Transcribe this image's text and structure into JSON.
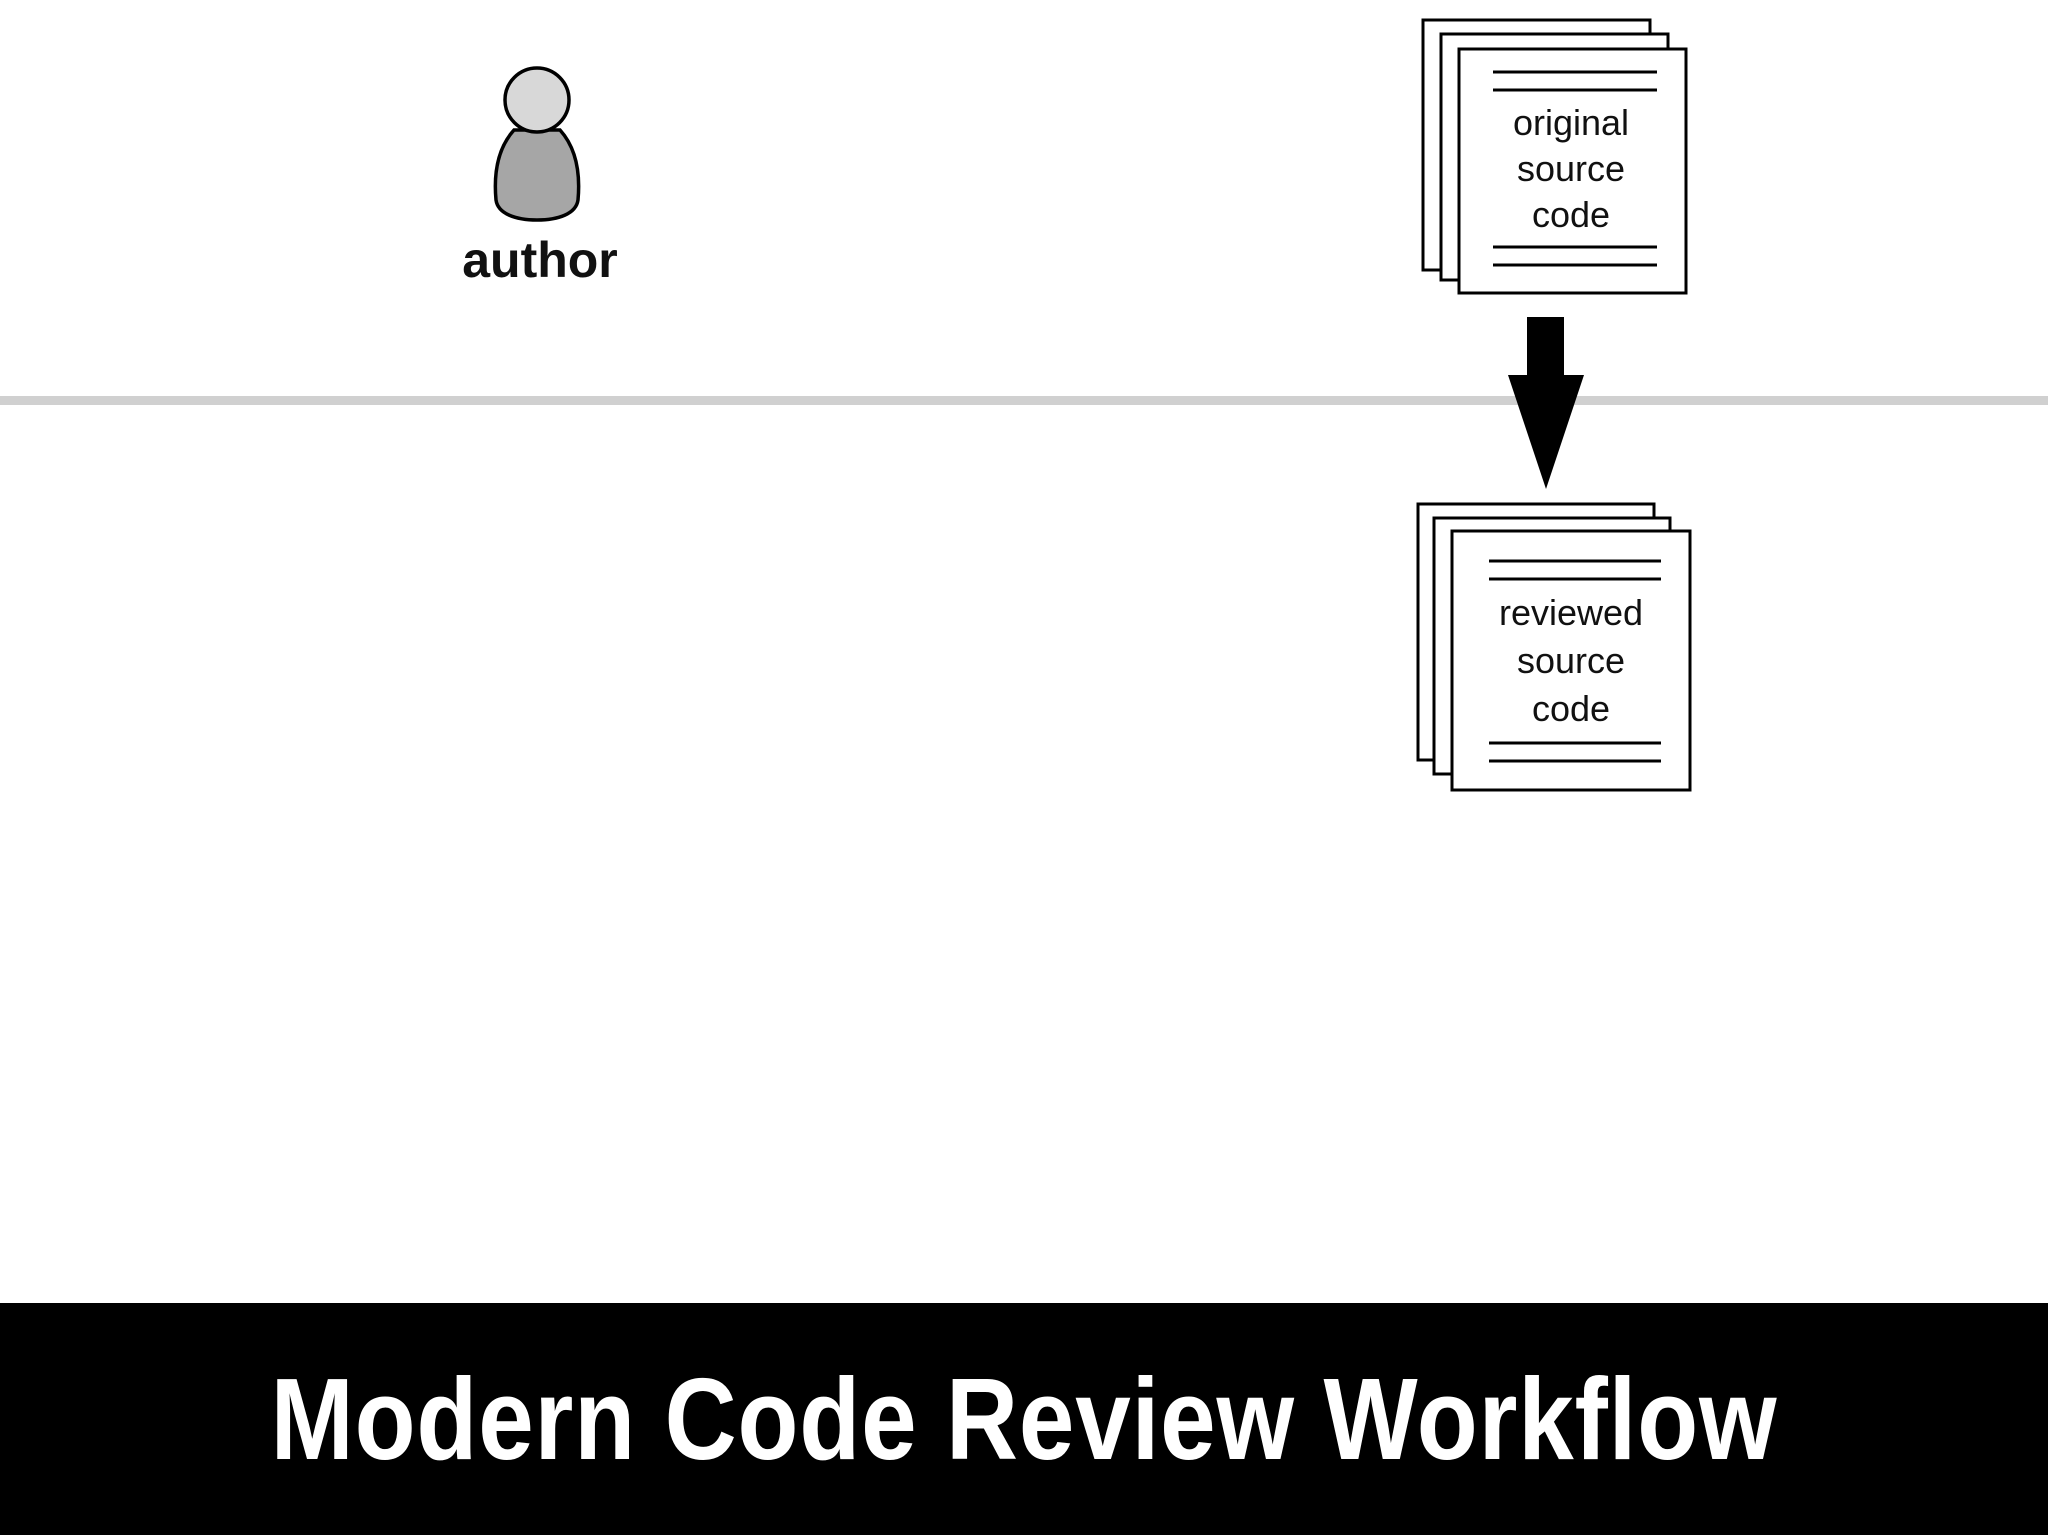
{
  "title": "Modern Code Review Workflow",
  "actor": {
    "label": "author",
    "icon": "person-icon"
  },
  "documents": {
    "original": {
      "lines": [
        "original",
        "source",
        "code"
      ],
      "icon": "document-stack-icon"
    },
    "reviewed": {
      "lines": [
        "reviewed",
        "source",
        "code"
      ],
      "icon": "document-stack-icon"
    }
  },
  "flow": {
    "arrow_icon": "arrow-down-icon"
  },
  "colors": {
    "background": "#ffffff",
    "title_bar": "#000000",
    "title_text": "#ffffff",
    "divider": "#d0d0d0",
    "person_head": "#d8d8d8",
    "person_body": "#a6a6a6",
    "ink": "#000000"
  }
}
